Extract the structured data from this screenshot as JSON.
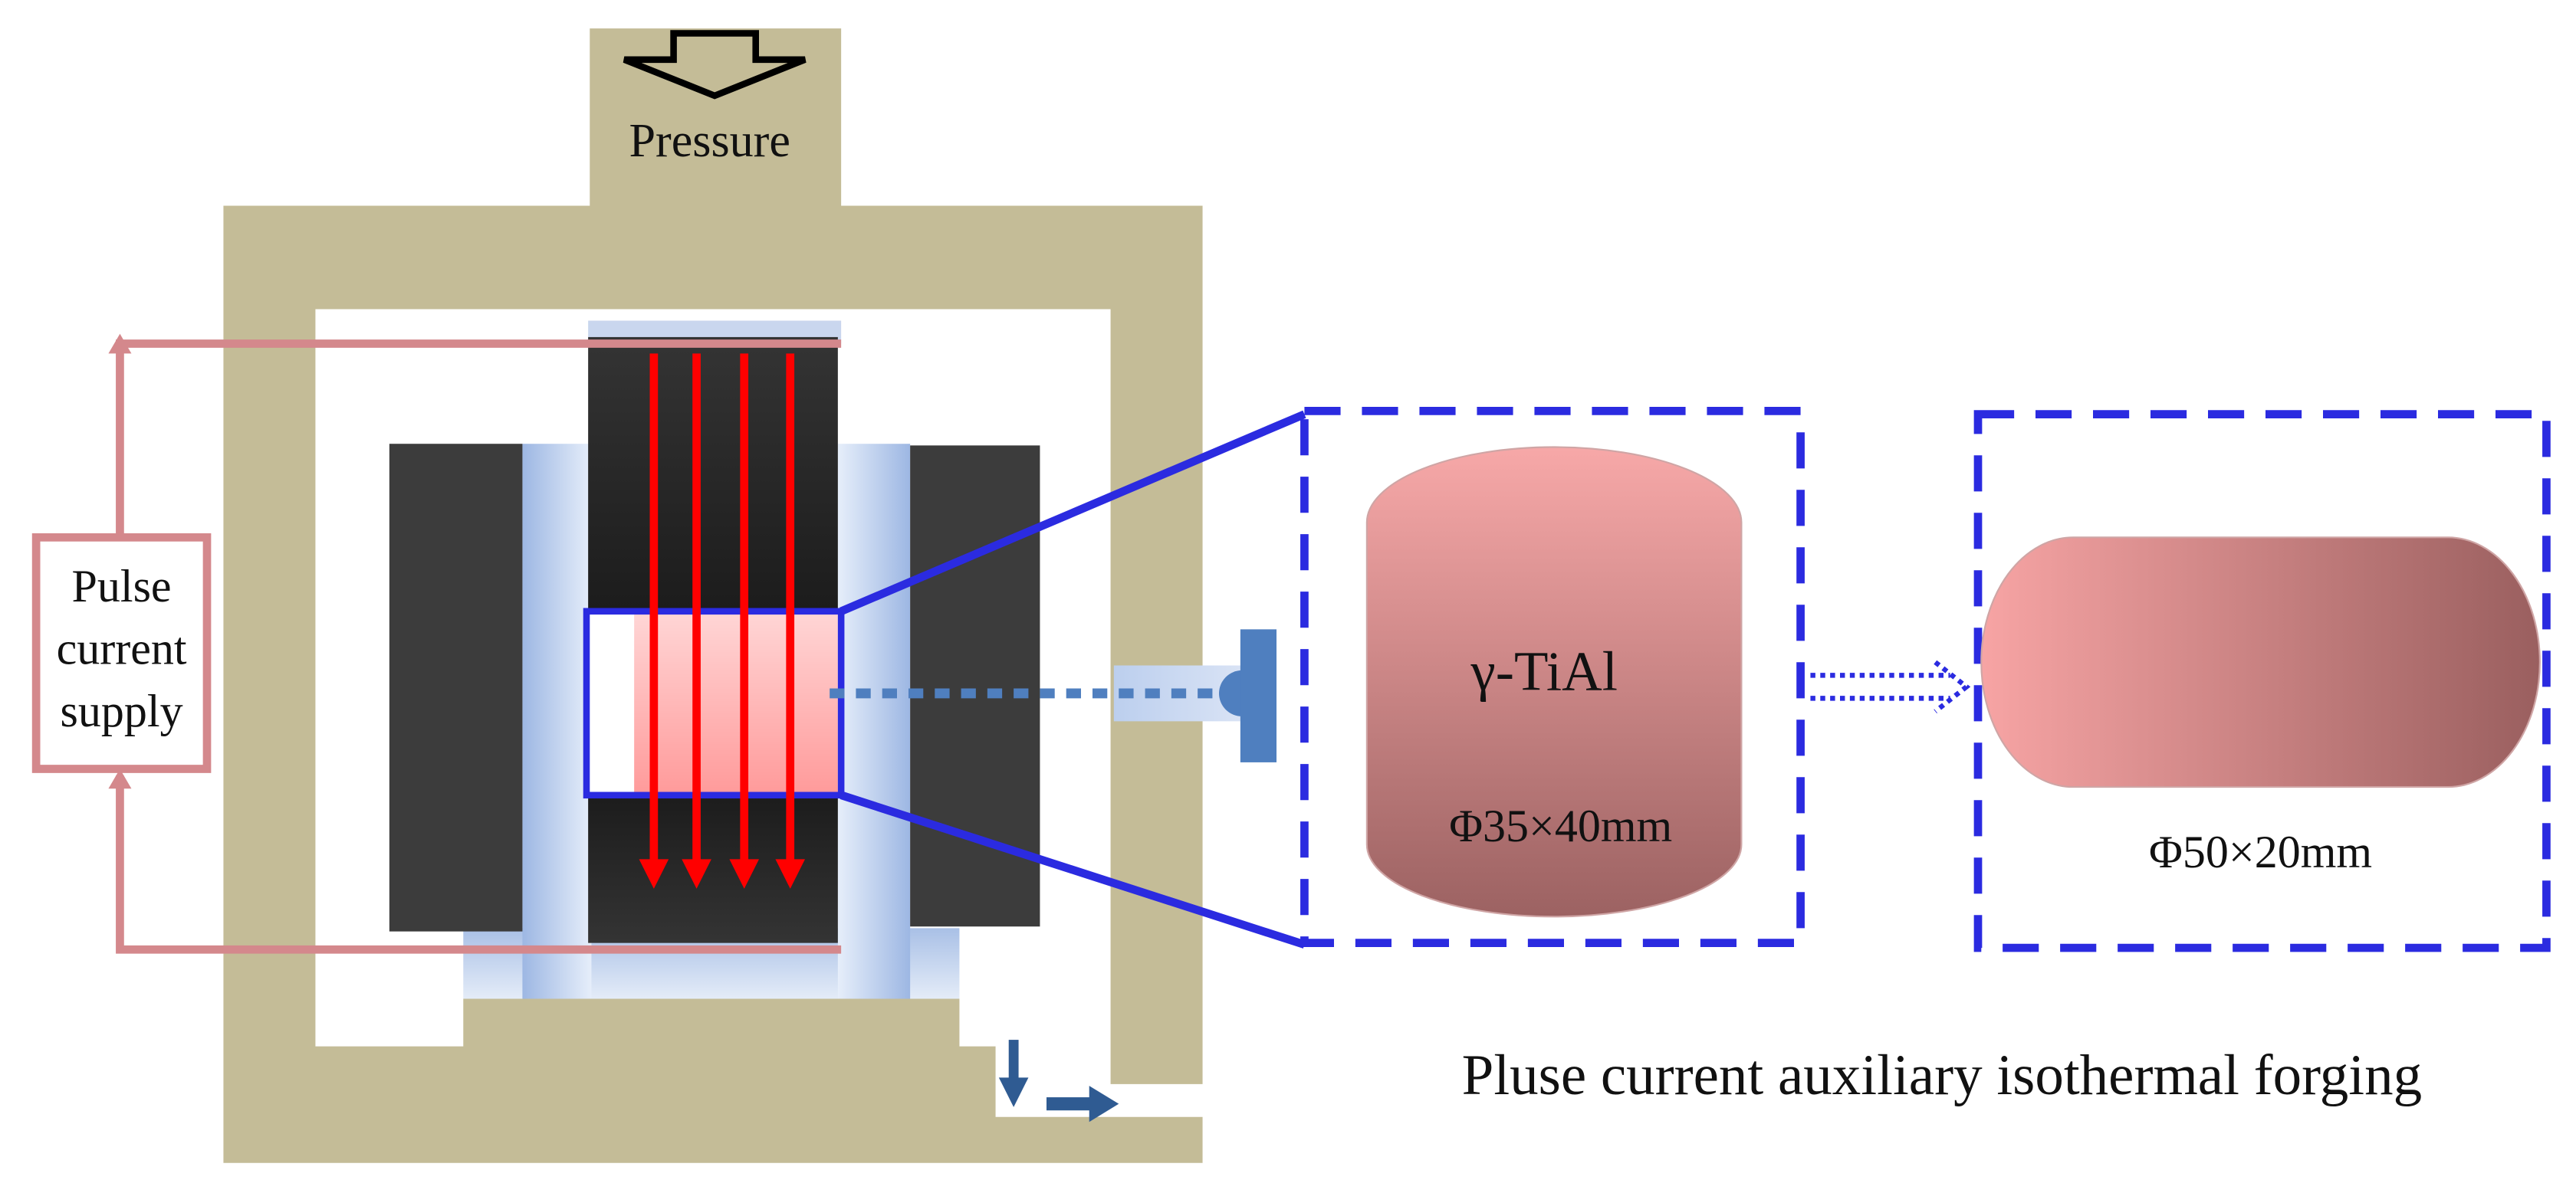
{
  "labels": {
    "pressure": "Pressure",
    "supply_line1": "Pulse",
    "supply_line2": "current",
    "supply_line3": "supply",
    "material": "γ-TiAl",
    "initial_size": "Φ35×40mm",
    "final_size": "Φ50×20mm",
    "caption": "Pluse current auxiliary isothermal forging"
  },
  "colors": {
    "frame": "#c4bc97",
    "die_dark": "#3c3c3c",
    "container_blue": "#a9c0e6",
    "current_arrow": "#ff0000",
    "circuit_wire": "#d4888c",
    "zoom_outline": "#2b2be0",
    "sensor_blue": "#4f7fbf",
    "flow_arrow": "#2f5b92",
    "specimen_top": "#f7a8a8",
    "specimen_bottom": "#a06464"
  },
  "icons": {
    "pressure": "hollow-down-arrow-icon",
    "outlet_down": "down-arrow-icon",
    "outlet_right": "right-arrow-icon",
    "transform": "dotted-right-arrow-icon",
    "sensor": "thermocouple-icon"
  }
}
